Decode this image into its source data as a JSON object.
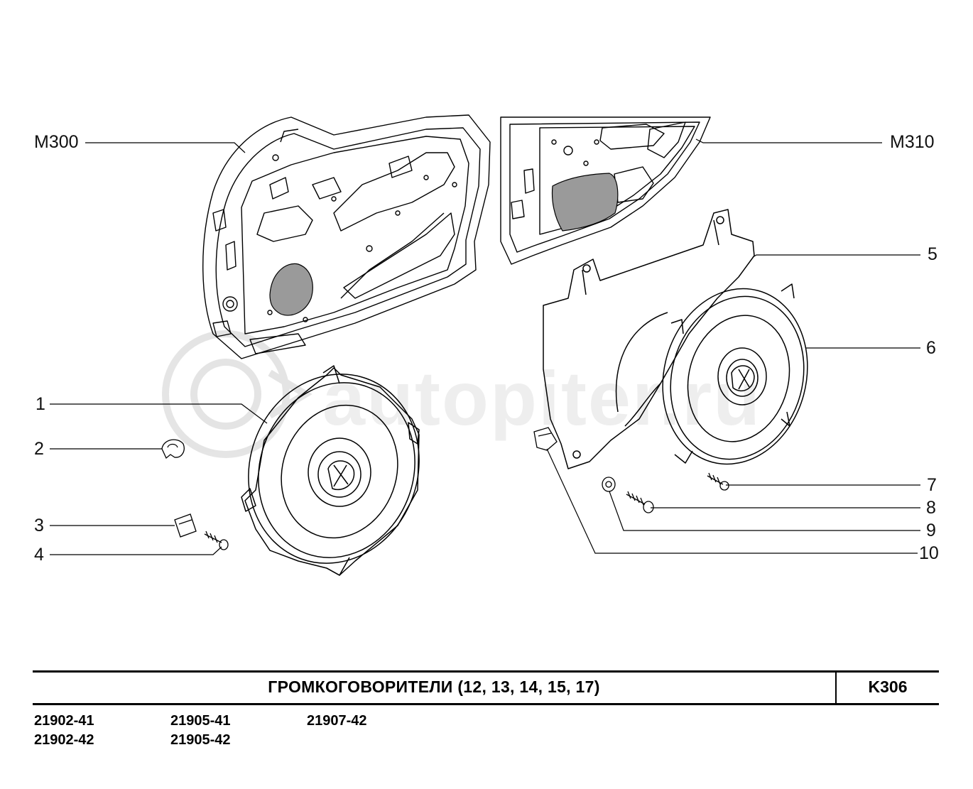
{
  "callouts": {
    "M300": "M300",
    "M310": "M310",
    "p1": "1",
    "p2": "2",
    "p3": "3",
    "p4": "4",
    "p5": "5",
    "p6": "6",
    "p7": "7",
    "p8": "8",
    "p9": "9",
    "p10": "10"
  },
  "title_block": {
    "title": "ГРОМКОГОВОРИТЕЛИ  (12, 13, 14, 15, 17)",
    "sheet_code": "K306"
  },
  "models": [
    "21902-41",
    "21902-42",
    "21905-41",
    "21905-42",
    "21907-42"
  ],
  "watermark": {
    "text": "autopiter.ru"
  },
  "colors": {
    "line": "#000000",
    "shade": "#9a9a9a",
    "watermark": "#c8c8c8"
  }
}
